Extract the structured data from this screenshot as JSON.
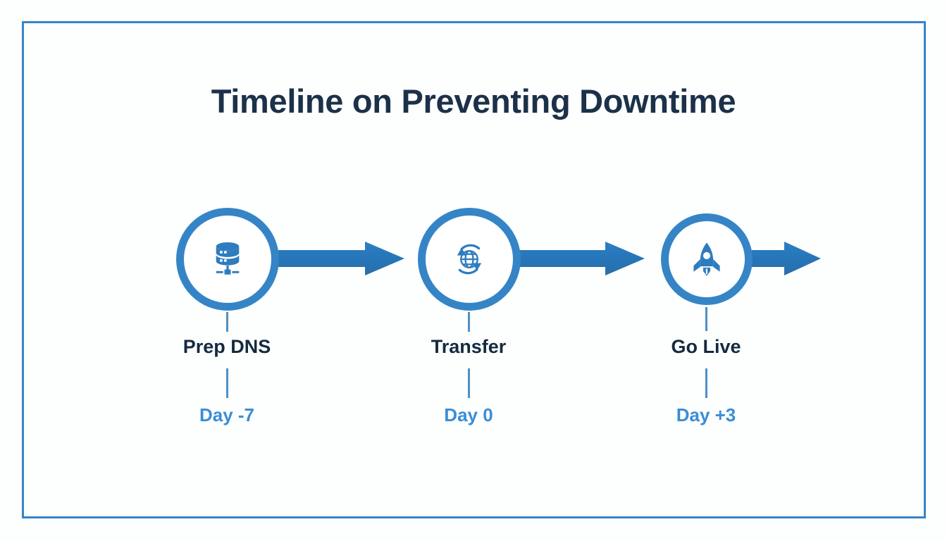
{
  "slide": {
    "title": "Timeline on Preventing Downtime",
    "border_color": "#3585c6",
    "background_color": "#fdffff",
    "title_color": "#1c3149"
  },
  "theme": {
    "accent_blue": "#3585c6",
    "arrow_blue": "#2e7cbf",
    "day_text_blue": "#3a8dd6",
    "label_navy": "#152a3f",
    "connector_blue": "#4d8fc4"
  },
  "timeline": {
    "steps": [
      {
        "id": "prep-dns",
        "label": "Prep DNS",
        "day": "Day -7",
        "icon": "database-network-icon"
      },
      {
        "id": "transfer",
        "label": "Transfer",
        "day": "Day 0",
        "icon": "globe-sync-arrows-icon"
      },
      {
        "id": "go-live",
        "label": "Go Live",
        "day": "Day +3",
        "icon": "rocket-icon"
      }
    ],
    "arrows": [
      {
        "id": "arrow-prep-to-transfer",
        "icon": "right-arrow-icon"
      },
      {
        "id": "arrow-transfer-to-golive",
        "icon": "right-arrow-icon"
      },
      {
        "id": "arrow-golive-onward",
        "icon": "right-arrow-icon"
      }
    ]
  }
}
